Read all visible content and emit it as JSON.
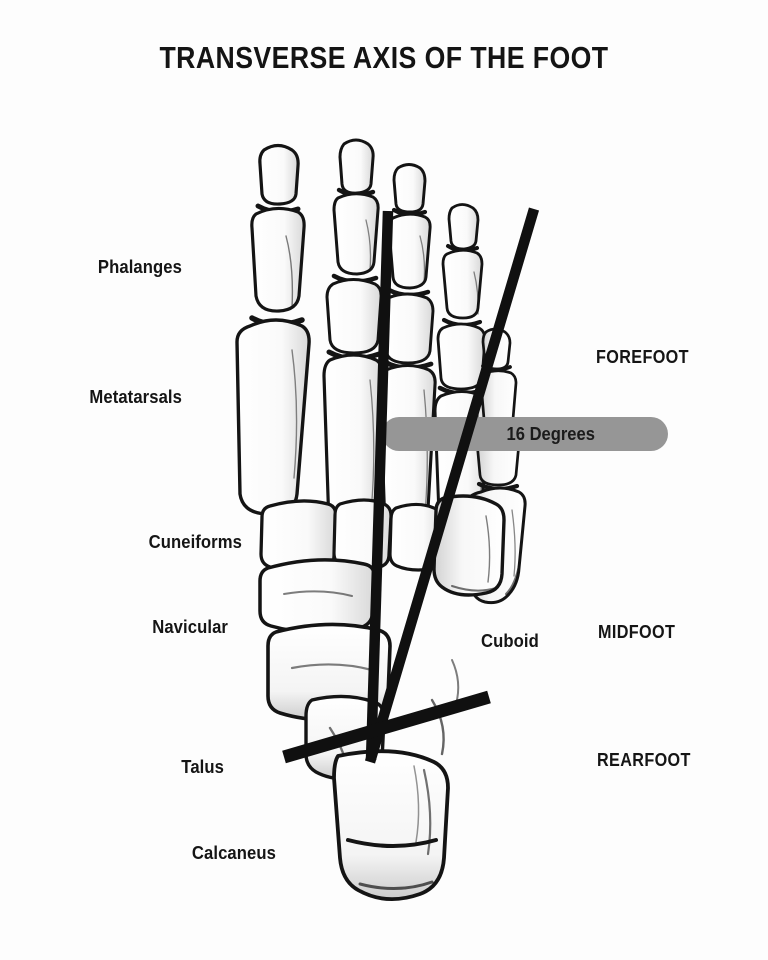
{
  "page": {
    "title": "TRANSVERSE AXIS OF THE FOOT",
    "background_color": "#fdfdfd",
    "ink_color": "#151515"
  },
  "illustration": {
    "subject": "right foot skeleton, dorsal (top-down) view, pen-and-ink drawing",
    "style": "black line art with hatched shading on white"
  },
  "bone_labels": [
    {
      "name": "phalanges",
      "text": "Phalanges",
      "side": "left"
    },
    {
      "name": "metatarsals",
      "text": "Metatarsals",
      "side": "left"
    },
    {
      "name": "cuneiforms",
      "text": "Cuneiforms",
      "side": "left"
    },
    {
      "name": "navicular",
      "text": "Navicular",
      "side": "left"
    },
    {
      "name": "talus",
      "text": "Talus",
      "side": "left"
    },
    {
      "name": "calcaneus",
      "text": "Calcaneus",
      "side": "left"
    },
    {
      "name": "cuboid",
      "text": "Cuboid",
      "side": "inner"
    }
  ],
  "region_labels": [
    {
      "name": "forefoot",
      "text": "FOREFOOT"
    },
    {
      "name": "midfoot",
      "text": "MIDFOOT"
    },
    {
      "name": "rearfoot",
      "text": "REARFOOT"
    }
  ],
  "callout": {
    "text": "16 Degrees",
    "pill_color": "#969696",
    "text_color": "#1b1b1b"
  },
  "axis_lines": [
    {
      "name": "longitudinal-axis-line",
      "description": "near-vertical black bar through 2nd ray",
      "color": "#101010",
      "thickness_px": 10
    },
    {
      "name": "oblique-axis-line",
      "description": "angled black bar from 5th ray to rearfoot, forms the 16 degree angle",
      "color": "#101010",
      "thickness_px": 10
    },
    {
      "name": "transverse-axis-line",
      "description": "transverse black bar across the rearfoot",
      "color": "#101010",
      "thickness_px": 13
    }
  ]
}
